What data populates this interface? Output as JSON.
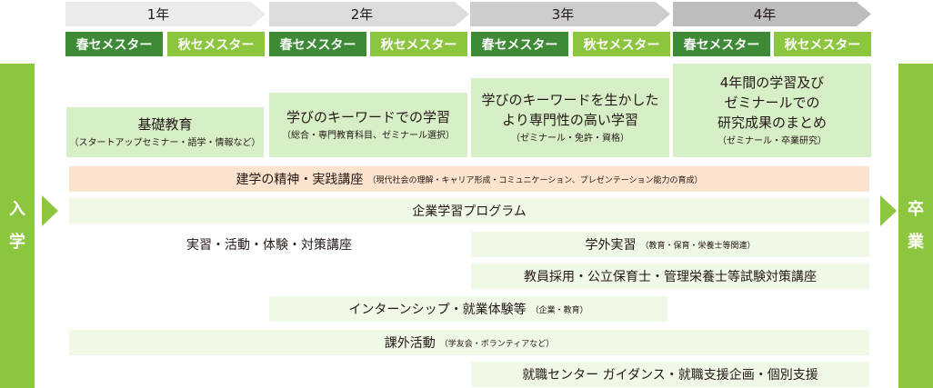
{
  "years": [
    "1年",
    "2年",
    "3年",
    "4年"
  ],
  "semesters": {
    "spring": "春セメスター",
    "autumn": "秋セメスター"
  },
  "entry": [
    "入",
    "学"
  ],
  "graduation": [
    "卒",
    "業"
  ],
  "stages": [
    {
      "main": [
        "基礎教育"
      ],
      "sub": "（スタートアップセミナー・語学・情報など）"
    },
    {
      "main": [
        "学びのキーワードでの学習"
      ],
      "sub": "（総合・専門教育科目、ゼミナール選択）"
    },
    {
      "main": [
        "学びのキーワードを生かした",
        "より専門性の高い学習"
      ],
      "sub": "（ゼミナール・免許・資格）"
    },
    {
      "main": [
        "4年間の学習及び",
        "ゼミナールでの",
        "研究成果のまとめ"
      ],
      "sub": "（ゼミナール・卒業研究）"
    }
  ],
  "programs": {
    "spirit": {
      "main": "建学の精神・実践講座",
      "sub": "（現代社会の理解・キャリア形成・コミュニケーション、プレゼンテーション能力の育成）"
    },
    "corporate": {
      "main": "企業学習プログラム"
    },
    "practice": {
      "main": "実習・活動・体験・対策講座"
    },
    "external_practice": {
      "main": "学外実習",
      "sub": "（教育・保育・栄養士等関連）"
    },
    "exam_prep": {
      "main": "教員採用・公立保育士・管理栄養士等試験対策講座"
    },
    "internship": {
      "main": "インターンシップ・就業体験等",
      "sub": "（企業・教育）"
    },
    "extracurricular": {
      "main": "課外活動",
      "sub": "（学友会・ボランティアなど）"
    },
    "career": {
      "main": "就職センター ガイダンス・就職支援企画・個別支援"
    }
  }
}
